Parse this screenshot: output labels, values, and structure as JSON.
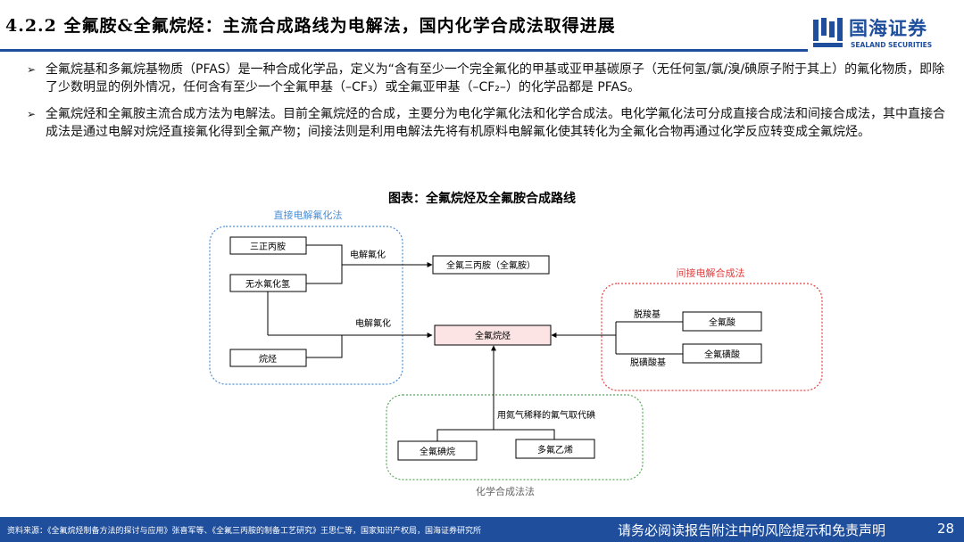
{
  "header": {
    "title": "4.2.2 全氟胺&全氟烷烃：主流合成路线为电解法，国内化学合成法取得进展",
    "logo_name": "国海证券",
    "logo_en": "SEALAND SECURITIES",
    "rule_color": "#1f4e9c"
  },
  "bullets": [
    {
      "marker": "➢",
      "text": "全氟烷基和多氟烷基物质（PFAS）是一种合成化学品，定义为“含有至少一个完全氟化的甲基或亚甲基碳原子（无任何氢/氯/溴/碘原子附于其上）的氟化物质，即除了少数明显的例外情况，任何含有至少一个全氟甲基（–CF₃）或全氟亚甲基（–CF₂–）的化学品都是 PFAS。"
    },
    {
      "marker": "➢",
      "text": "全氟烷烃和全氟胺主流合成方法为电解法。目前全氟烷烃的合成，主要分为电化学氟化法和化学合成法。电化学氟化法可分成直接合成法和间接合成法，其中直接合成法是通过电解对烷烃直接氟化得到全氟产物；间接法则是利用电解法先将有机原料电解氟化使其转化为全氟化合物再通过化学反应转变成全氟烷烃。"
    }
  ],
  "figure": {
    "title": "图表：全氟烷烃及全氟胺合成路线",
    "groups": {
      "direct": "直接电解氟化法",
      "indirect": "间接电解合成法",
      "chemical": "化学合成法法"
    },
    "nodes": {
      "tripropylamine": "三正丙胺",
      "hf": "无水氟化氢",
      "alkane": "烷烃",
      "perfluoro_tripropylamine": "全氟三丙胺（全氟胺）",
      "perfluoroalkane": "全氟烷烃",
      "pf_acid": "全氟酸",
      "pf_sulfonic": "全氟磺酸",
      "pf_iodoalkane": "全氟碘烷",
      "polyfluoroethylene": "多氟乙烯"
    },
    "edges": {
      "electro_fluor_1": "电解氟化",
      "electro_fluor_2": "电解氟化",
      "decarboxyl": "脱羧基",
      "desulfonyl": "脱磺酸基",
      "replace_iodine": "用氮气稀释的氟气取代碘"
    },
    "colors": {
      "direct": "#4a90d9",
      "indirect": "#e04040",
      "chemical": "#5aaa5a",
      "highlight_fill": "#fde4e4"
    }
  },
  "footer": {
    "source": "资料来源：《全氟烷烃制备方法的探讨与应用》张喜军等、《全氟三丙胺的制备工艺研究》王思仁等，国家知识产权局，国海证券研究所",
    "disclaimer": "请务必阅读报告附注中的风险提示和免责声明",
    "page": "28",
    "bg_color": "#1f4e9c"
  }
}
